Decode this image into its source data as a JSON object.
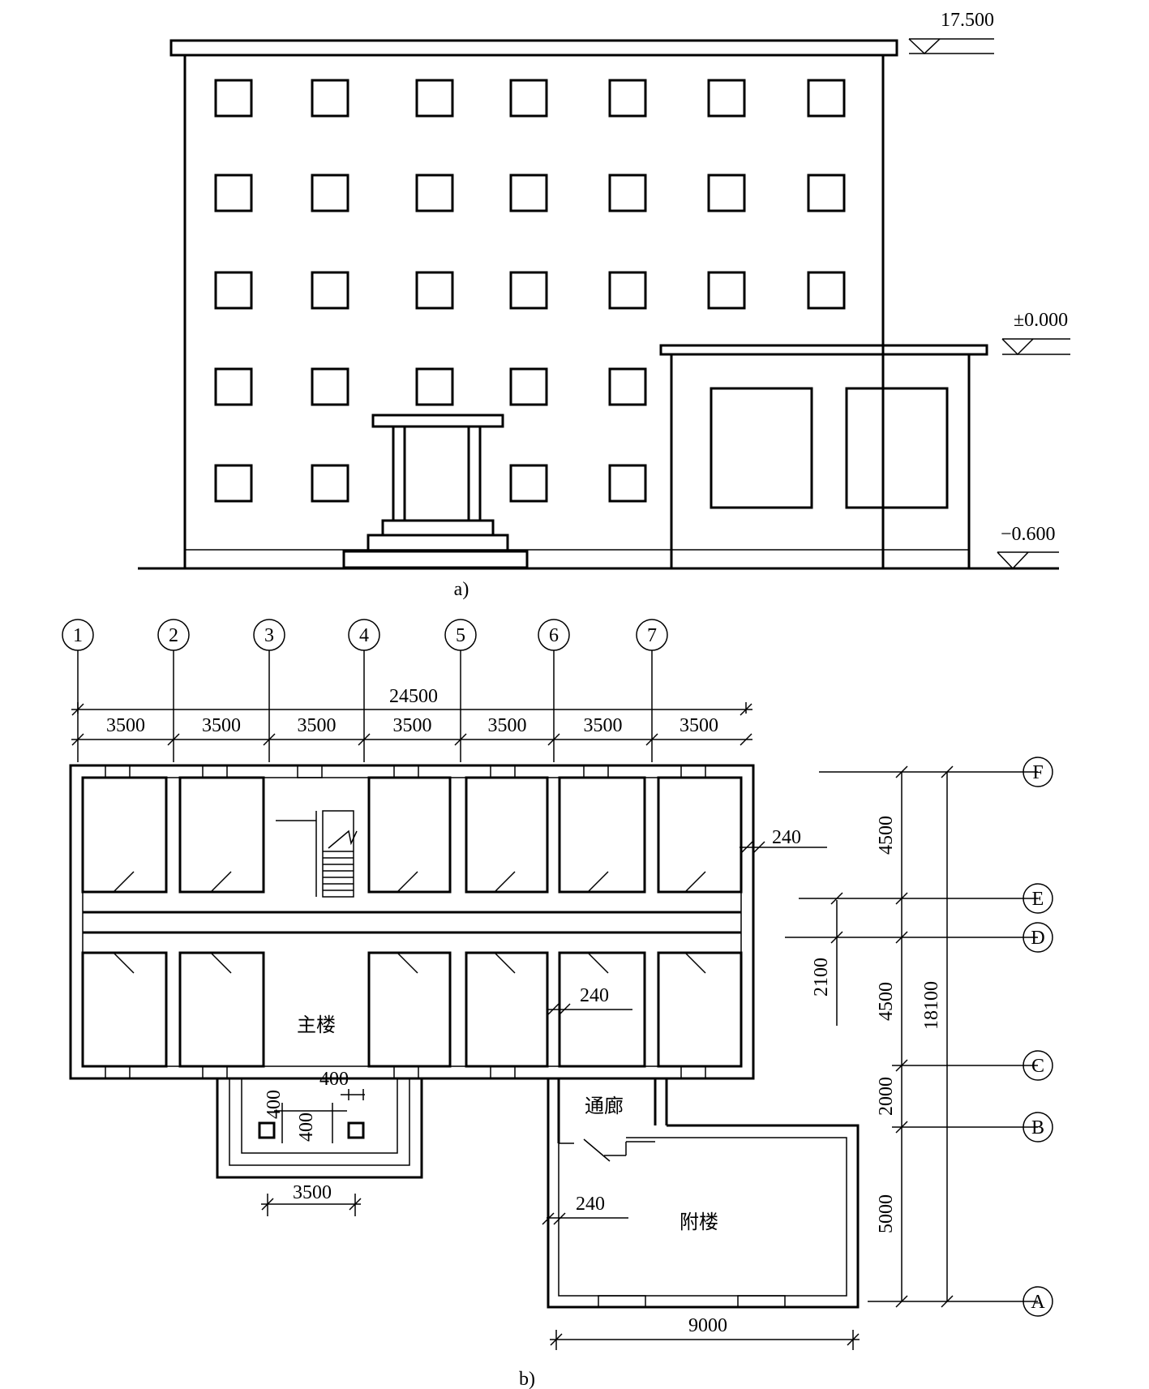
{
  "elevation": {
    "caption": "a)",
    "levels": [
      "17.500",
      "±0.000",
      "−0.600"
    ]
  },
  "plan": {
    "caption": "b)",
    "axes_numbers": [
      "1",
      "2",
      "3",
      "4",
      "5",
      "6",
      "7"
    ],
    "axes_letters": [
      "F",
      "E",
      "D",
      "C",
      "B",
      "A"
    ],
    "dim_total_width": "24500",
    "dim_bay": "3500",
    "dim_wall": "240",
    "dim_vertical": [
      "4500",
      "2100",
      "4500",
      "2000",
      "5000"
    ],
    "dim_total_depth": "18100",
    "dim_col_size": "400",
    "dim_porch": "3500",
    "dim_annex": "9000",
    "label_main": "主楼",
    "label_corridor": "通廊",
    "label_annex": "附楼"
  }
}
